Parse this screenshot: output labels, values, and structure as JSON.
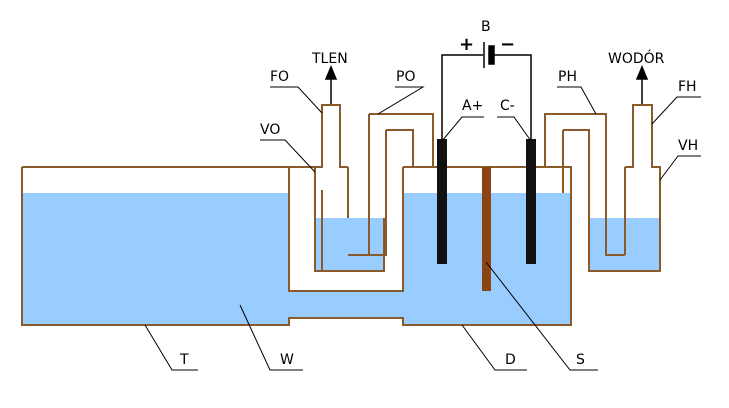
{
  "colors": {
    "water": "#99ccff",
    "wall": "#8b5a2b",
    "electrode": "#111111",
    "separator": "#8b4513",
    "line": "#000000",
    "background": "#ffffff"
  },
  "labels": {
    "B": "B",
    "plus": "+",
    "minus": "−",
    "TLEN": "TLEN",
    "WODOR": "WODÓR",
    "FO": "FO",
    "PO": "PO",
    "VO": "VO",
    "A": "A+",
    "C": "C-",
    "PH": "PH",
    "FH": "FH",
    "VH": "VH",
    "T": "T",
    "W": "W",
    "D": "D",
    "S": "S"
  }
}
